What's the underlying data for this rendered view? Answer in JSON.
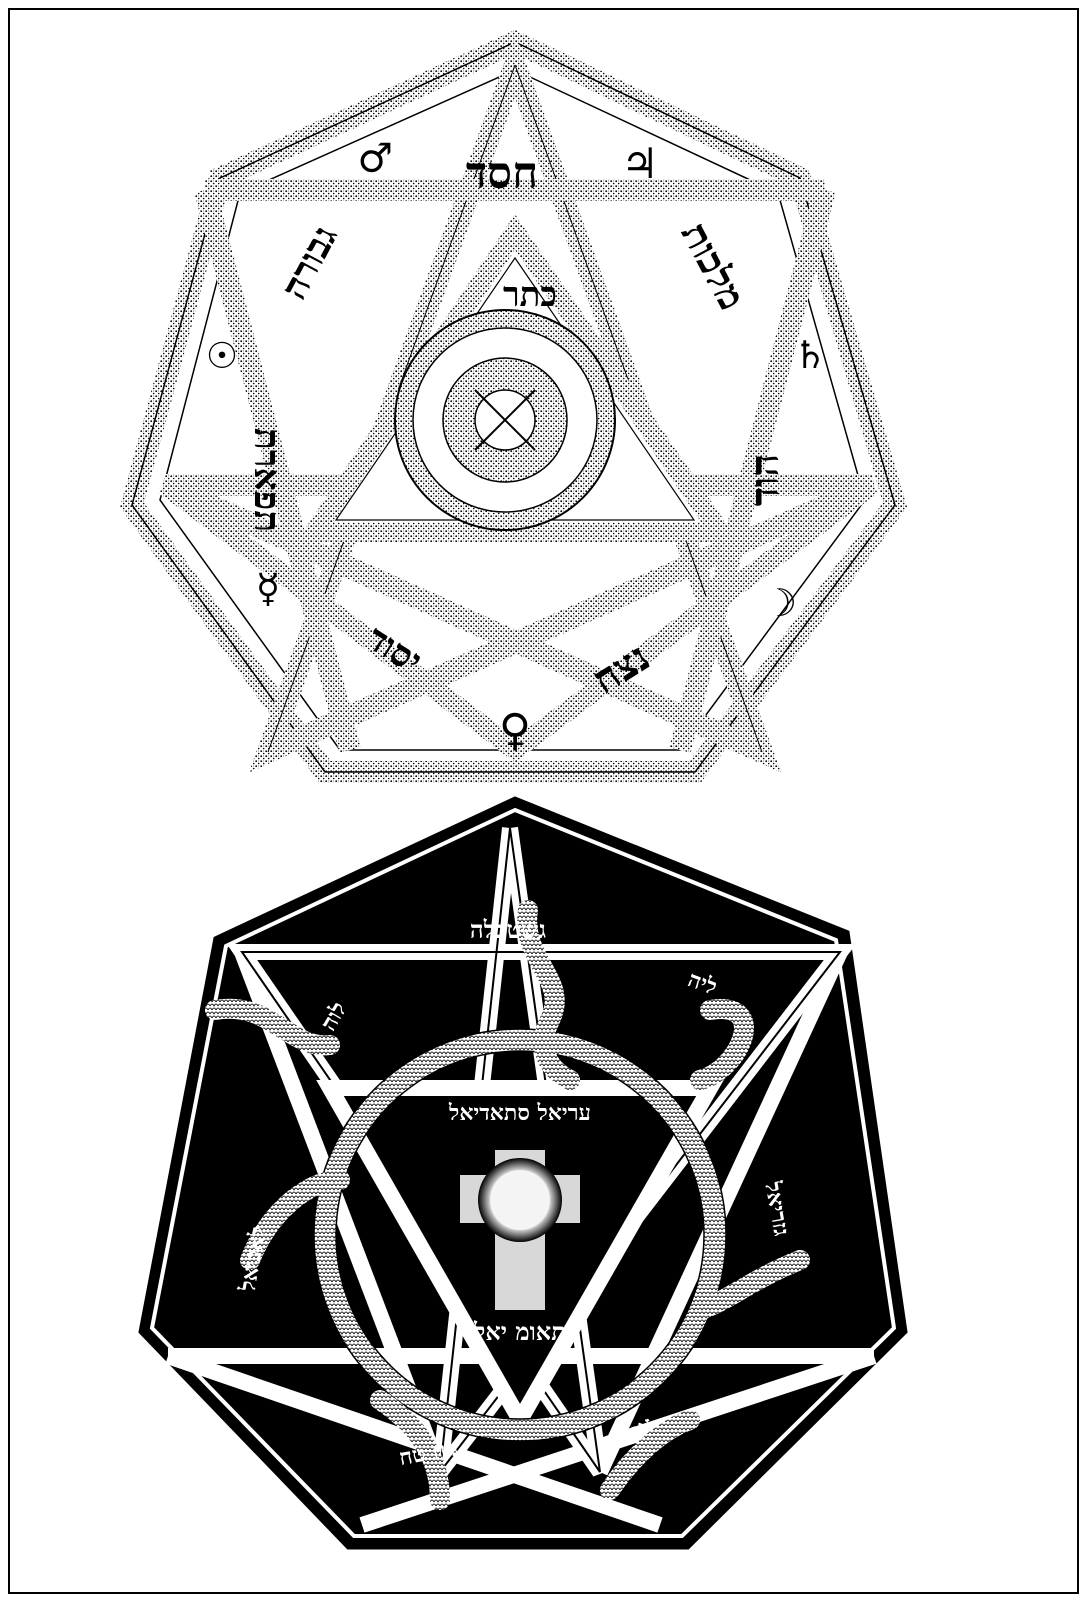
{
  "colors": {
    "ink": "#000000",
    "paper": "#ffffff",
    "stipple": "#8a8a8a"
  },
  "top_figure": {
    "segments": [
      "חסד",
      "מלכות",
      "הוד",
      "נצח",
      "תפארת",
      "יסוד",
      "גבורה"
    ],
    "center_label": "כתר",
    "planet_symbols": [
      "♃",
      "♄",
      "☽",
      "♀",
      "☿",
      "☉",
      "♂"
    ]
  },
  "bottom_figure": {
    "top_label": "גשטכלה",
    "triangle_label": "עריאל סתאדיאל",
    "center_label": "תאומ יאל",
    "edge_labels": [
      "ליה",
      "לוה",
      "גזריאל",
      "לאכיאל",
      "נוח טח",
      "אגאל"
    ]
  }
}
